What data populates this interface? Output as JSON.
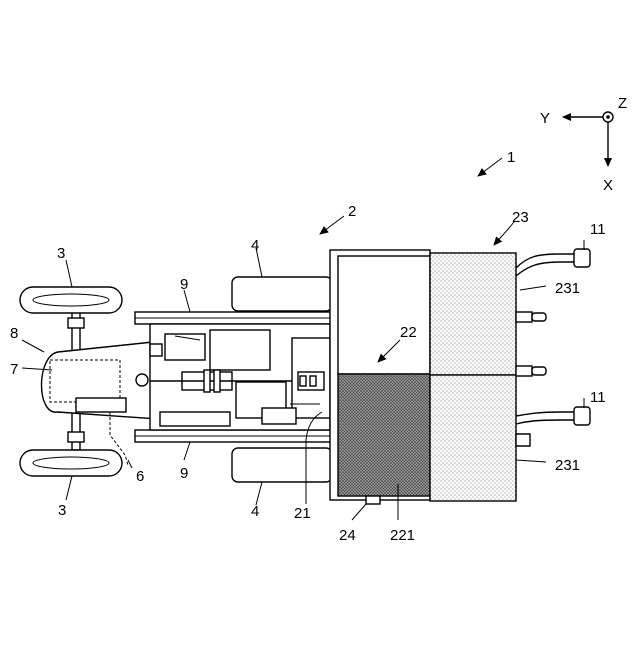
{
  "figure": {
    "axes": {
      "y": "Y",
      "z": "Z",
      "x": "X"
    },
    "labels": {
      "l1": "1",
      "l2": "2",
      "l3_top": "3",
      "l3_bottom": "3",
      "l4_top": "4",
      "l4_bottom": "4",
      "l6": "6",
      "l7": "7",
      "l8": "8",
      "l9_top": "9",
      "l9_bottom": "9",
      "l11_top": "11",
      "l11_bottom": "11",
      "l21": "21",
      "l22": "22",
      "l23": "23",
      "l24": "24",
      "l221": "221",
      "l231_top": "231",
      "l231_bottom": "231"
    }
  },
  "colors": {
    "line": "#000000",
    "background": "#ffffff"
  }
}
